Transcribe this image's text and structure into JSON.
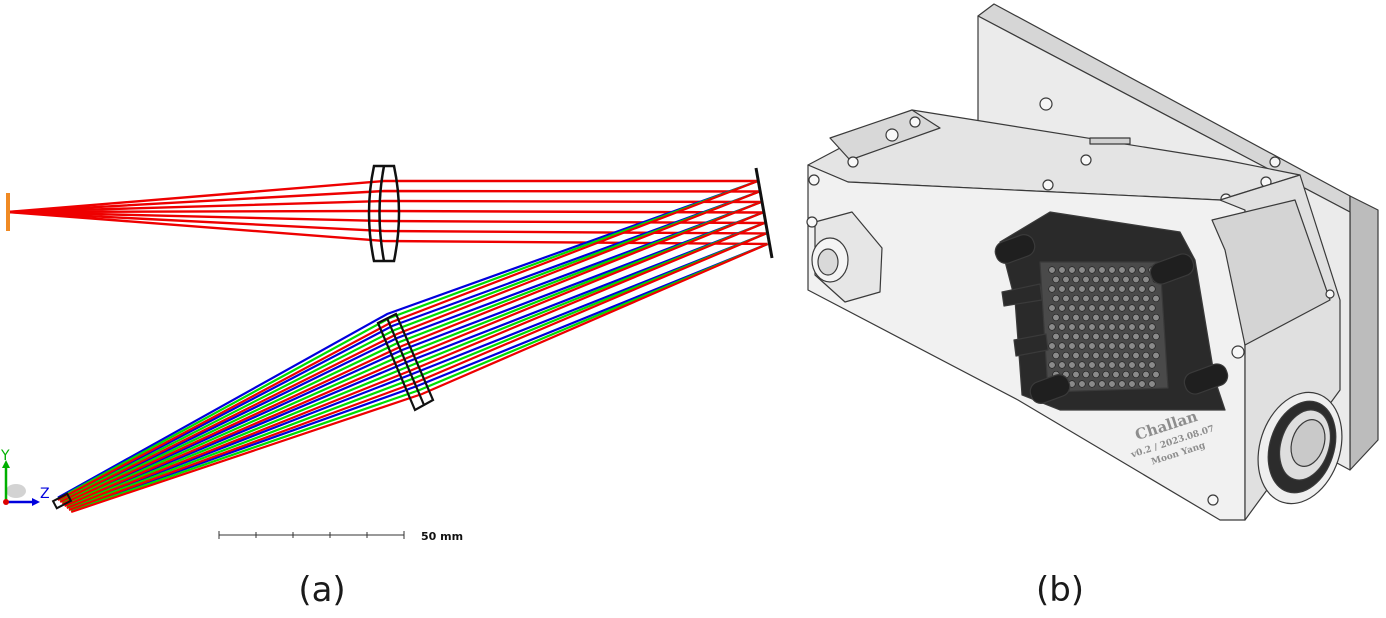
{
  "panel_a": {
    "caption": "(a)",
    "scale_label": "50 mm",
    "axis_y": "Y",
    "axis_z": "Z",
    "colors": {
      "red": "#ee0000",
      "green": "#00dd00",
      "blue": "#0000dd",
      "detector": "#f08a24",
      "optic": "#111111"
    }
  },
  "panel_b": {
    "caption": "(b)",
    "label_brand": "Challan",
    "label_line2": "v0.2 / 2023.08.07",
    "label_line3": "Moon Yang"
  }
}
